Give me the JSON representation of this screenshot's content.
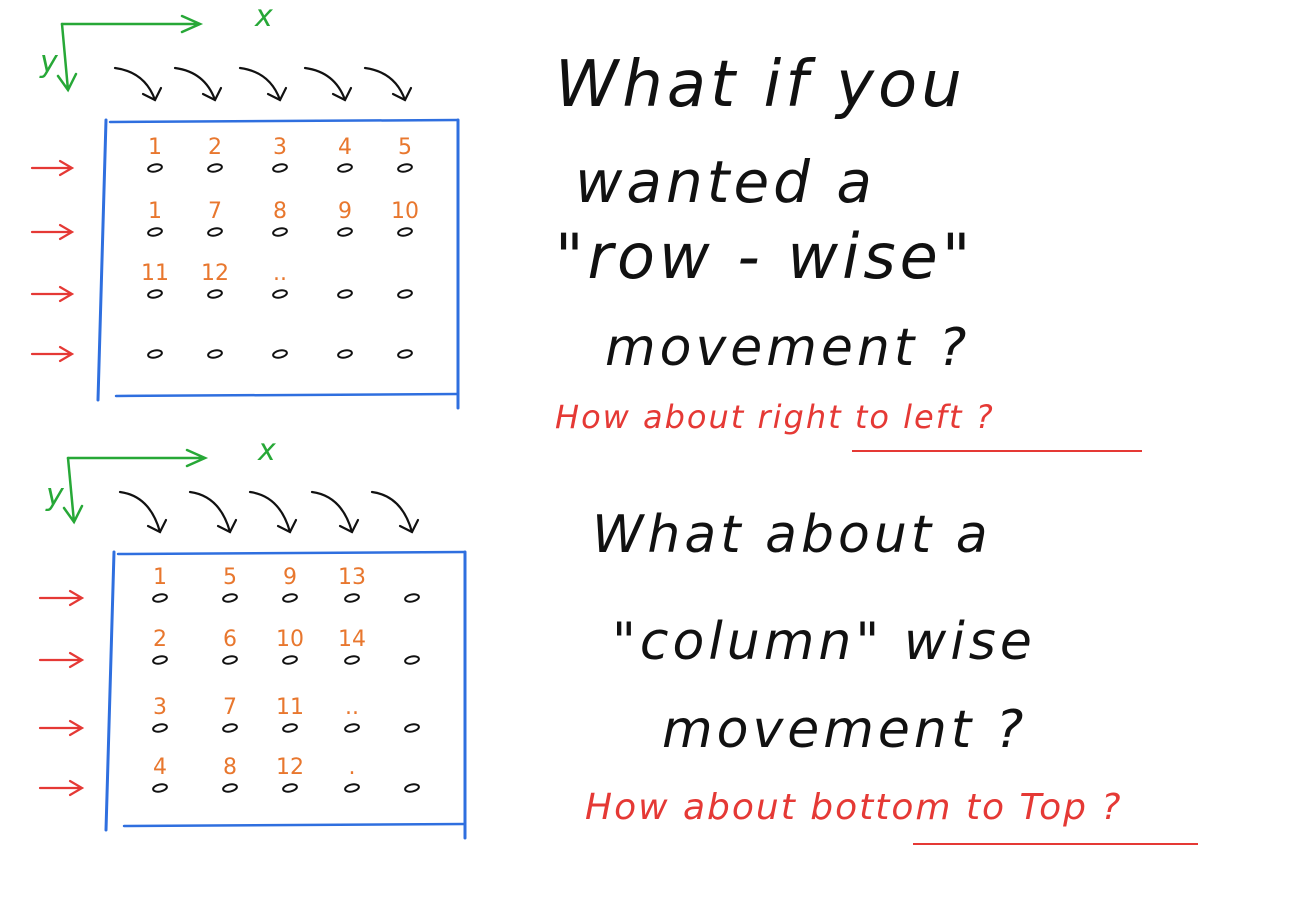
{
  "colors": {
    "axis": "#27a837",
    "grid_border": "#2f6fdf",
    "number": "#e8772e",
    "arrow_row": "#e53935",
    "dot": "#111111",
    "ink": "#111111",
    "note": "#e53935"
  },
  "axis_labels": {
    "x": "x",
    "y": "y"
  },
  "grids": [
    {
      "name": "row-wise-grid",
      "cells": [
        [
          "1",
          "2",
          "3",
          "4",
          "5"
        ],
        [
          "1",
          "7",
          "8",
          "9",
          "10"
        ],
        [
          "11",
          "12",
          "..",
          "",
          ""
        ],
        [
          "",
          "",
          "",
          "",
          ""
        ]
      ]
    },
    {
      "name": "column-wise-grid",
      "cells": [
        [
          "1",
          "5",
          "9",
          "13",
          ""
        ],
        [
          "2",
          "6",
          "10",
          "14",
          ""
        ],
        [
          "3",
          "7",
          "11",
          "..",
          ""
        ],
        [
          "4",
          "8",
          "12",
          ".",
          ""
        ]
      ]
    }
  ],
  "questions": {
    "q1_line1": "What if you",
    "q1_line2": "wanted a",
    "q1_line3": "\"row - wise\"",
    "q1_line4": "movement ?",
    "q1_note": "How about right to left ?",
    "q2_line1": "What about a",
    "q2_line2": "\"column\" wise",
    "q2_line3": "movement ?",
    "q2_note": "How about bottom to Top ?"
  }
}
